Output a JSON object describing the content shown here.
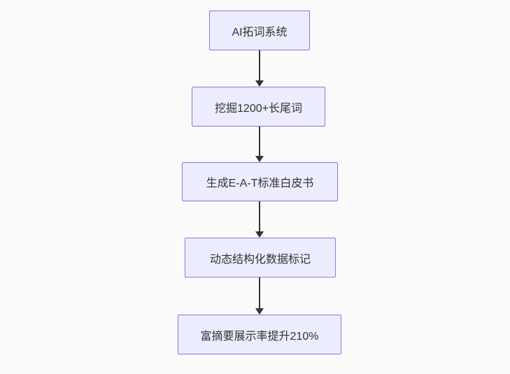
{
  "diagram": {
    "type": "flowchart",
    "direction": "top-down",
    "nodes": [
      {
        "id": "node-1",
        "label": "AI拓词系统"
      },
      {
        "id": "node-2",
        "label": "挖掘1200+长尾词"
      },
      {
        "id": "node-3",
        "label": "生成E-A-T标准白皮书"
      },
      {
        "id": "node-4",
        "label": "动态结构化数据标记"
      },
      {
        "id": "node-5",
        "label": "富摘要展示率提升210%"
      }
    ],
    "edges": [
      {
        "from": "node-1",
        "to": "node-2"
      },
      {
        "from": "node-2",
        "to": "node-3"
      },
      {
        "from": "node-3",
        "to": "node-4"
      },
      {
        "from": "node-4",
        "to": "node-5"
      }
    ],
    "colors": {
      "background": "#fafafa",
      "node_fill": "#ececff",
      "node_border": "#9370db",
      "text": "#333333",
      "arrow": "#333333"
    }
  }
}
